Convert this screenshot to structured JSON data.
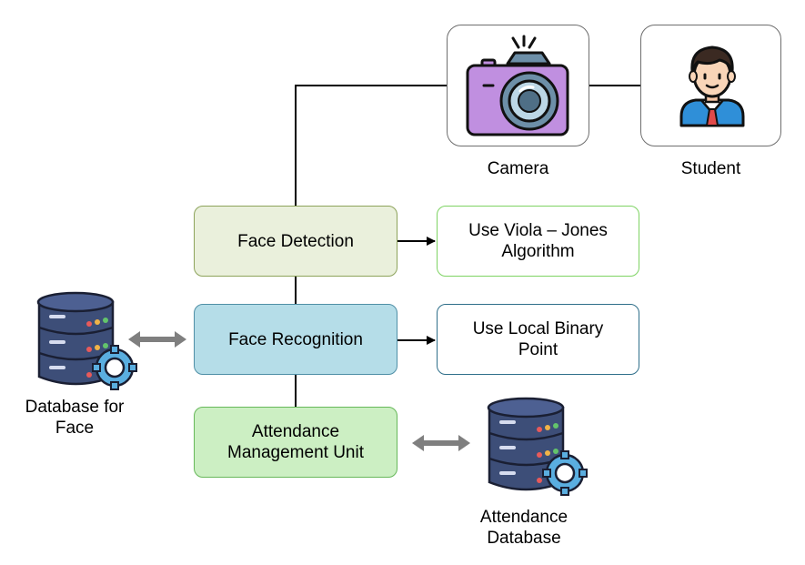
{
  "nodes": {
    "camera": {
      "label": "Camera"
    },
    "student": {
      "label": "Student"
    },
    "face_detection": {
      "label": "Face Detection"
    },
    "viola_jones": {
      "label_line1": "Use Viola – Jones",
      "label_line2": "Algorithm"
    },
    "face_recognition": {
      "label": "Face Recognition"
    },
    "lbp": {
      "label_line1": "Use Local Binary",
      "label_line2": "Point"
    },
    "attendance_unit": {
      "label_line1": "Attendance",
      "label_line2": "Management Unit"
    },
    "face_db": {
      "label_line1": "Database for",
      "label_line2": "Face"
    },
    "attendance_db": {
      "label_line1": "Attendance",
      "label_line2": "Database"
    }
  },
  "icons": {
    "camera": "camera-icon",
    "student": "student-icon",
    "database": "database-gear-icon"
  },
  "colors": {
    "detection_fill": "#eaf0dc",
    "detection_border": "#8da35b",
    "recognition_fill": "#b5dde8",
    "recognition_border": "#4f8fa6",
    "attendance_fill": "#ccefc3",
    "attendance_border": "#67b85a",
    "green_outline": "#7ed363",
    "blue_outline": "#2f6f8a",
    "camera_body": "#c08fe0",
    "db_body": "#3d4e78",
    "gear": "#5aaee0"
  }
}
